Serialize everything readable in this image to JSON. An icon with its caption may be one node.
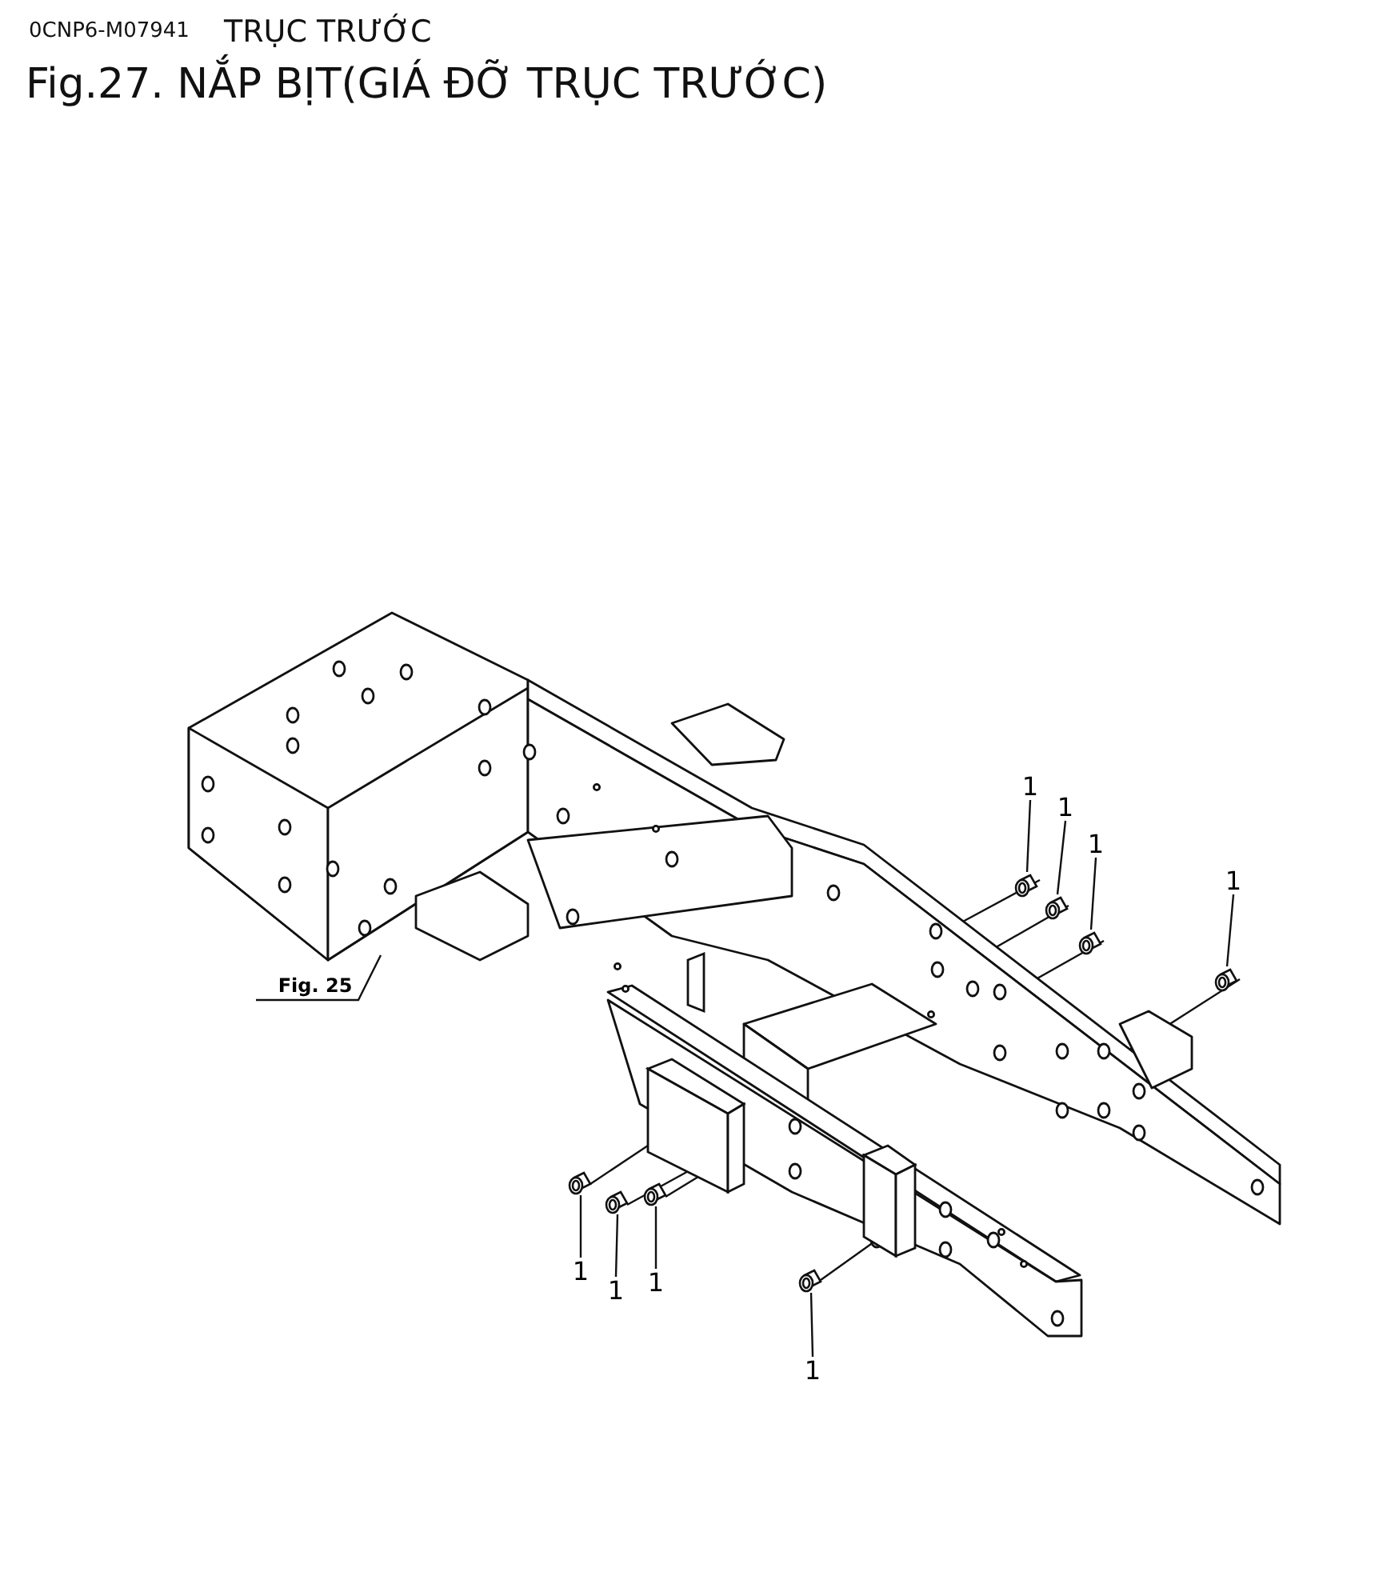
{
  "diagram": {
    "title": "Fig.27.  NẮP BỊT(GIÁ ĐỠ TRỤC TRƯỚC)",
    "labels": [
      "0CNP6-M07941",
      "TRỤC TRƯỚC"
    ],
    "nodes": [
      {
        "text": [],
        "shape": "picture"
      },
      {
        "text": [
          "Fig. 25"
        ]
      },
      {
        "text": [
          "1"
        ]
      },
      {
        "text": [
          "1"
        ]
      },
      {
        "text": [
          "1"
        ]
      },
      {
        "text": [
          "1"
        ]
      },
      {
        "text": [
          "1"
        ]
      },
      {
        "text": [
          "1"
        ]
      },
      {
        "text": [
          "1"
        ]
      },
      {
        "text": [
          "1"
        ]
      },
      {
        "text": [],
        "shape": "picture"
      },
      {
        "text": [],
        "shape": "picture"
      },
      {
        "text": [],
        "shape": "picture"
      },
      {
        "text": [],
        "shape": "picture"
      },
      {
        "text": [],
        "shape": "picture"
      },
      {
        "text": [],
        "shape": "picture"
      },
      {
        "text": [],
        "shape": "picture"
      },
      {
        "text": [],
        "shape": "picture"
      }
    ],
    "edges": [
      {
        "from": 1,
        "to": 0,
        "arrow": "none"
      },
      {
        "from": 2,
        "to": 10,
        "arrow": "none"
      },
      {
        "from": 3,
        "to": 11,
        "arrow": "none"
      },
      {
        "from": 4,
        "to": 12,
        "arrow": "none"
      },
      {
        "from": 5,
        "to": 13,
        "arrow": "none"
      },
      {
        "from": 6,
        "to": 14,
        "arrow": "none"
      },
      {
        "from": 7,
        "to": 15,
        "arrow": "none"
      },
      {
        "from": 8,
        "to": 16,
        "arrow": "none"
      },
      {
        "from": 9,
        "to": 17,
        "arrow": "none"
      },
      {
        "from": 10,
        "to": 0,
        "arrow": "none"
      },
      {
        "from": 11,
        "to": 0,
        "arrow": "none"
      },
      {
        "from": 12,
        "to": 0,
        "arrow": "none"
      },
      {
        "from": 13,
        "to": 0,
        "arrow": "none"
      },
      {
        "from": 14,
        "to": 0,
        "arrow": "none"
      },
      {
        "from": 15,
        "to": 0,
        "arrow": "none"
      },
      {
        "from": 16,
        "to": 0,
        "arrow": "none"
      },
      {
        "from": 17,
        "to": 0,
        "arrow": "none"
      }
    ]
  }
}
